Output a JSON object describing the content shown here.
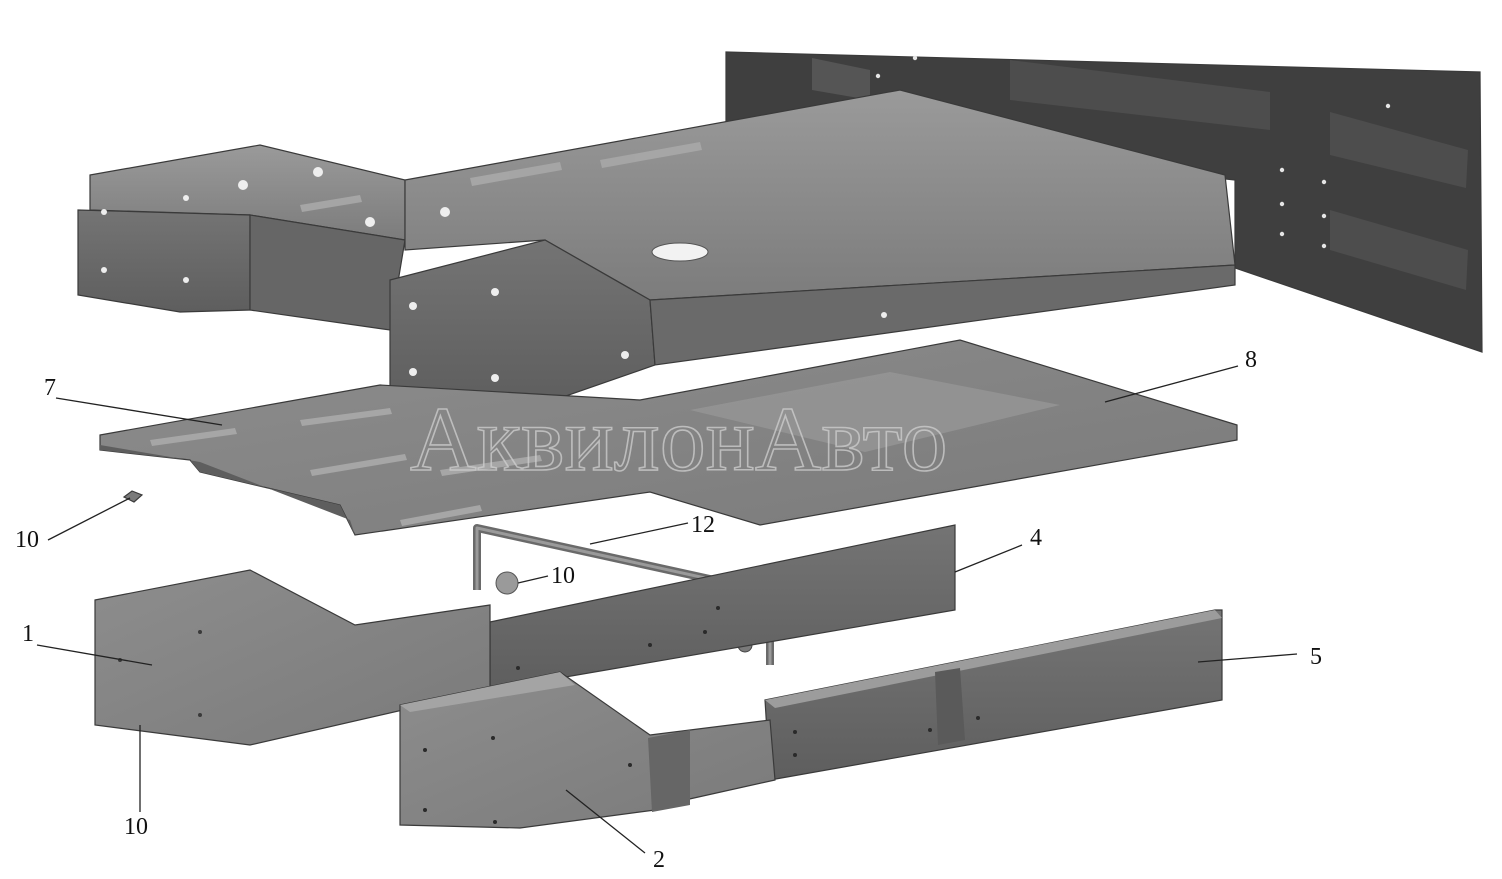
{
  "watermark": "АквилонАвто",
  "colors": {
    "panel_dark": "#3f3f3f",
    "part_light": "#8a8a8a",
    "part_mid": "#6e6e6e",
    "part_shadow": "#555555"
  },
  "callouts": [
    {
      "id": "1",
      "label": "1"
    },
    {
      "id": "2",
      "label": "2"
    },
    {
      "id": "4",
      "label": "4"
    },
    {
      "id": "5",
      "label": "5"
    },
    {
      "id": "7",
      "label": "7"
    },
    {
      "id": "8",
      "label": "8"
    },
    {
      "id": "10a",
      "label": "10"
    },
    {
      "id": "10b",
      "label": "10"
    },
    {
      "id": "10c",
      "label": "10"
    },
    {
      "id": "12",
      "label": "12"
    }
  ]
}
